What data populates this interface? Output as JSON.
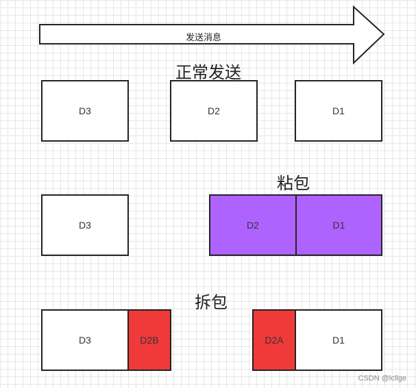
{
  "arrow": {
    "label": "发送消息"
  },
  "sections": {
    "normal": {
      "title": "正常发送",
      "boxes": [
        "D3",
        "D2",
        "D1"
      ]
    },
    "sticky": {
      "title": "粘包",
      "boxes": [
        "D3",
        "D2",
        "D1"
      ]
    },
    "split": {
      "title": "拆包",
      "boxes": [
        "D3",
        "D2B",
        "D2A",
        "D1"
      ]
    }
  },
  "colors": {
    "sticky_fill": "#ae63ff",
    "split_fill": "#f03a3a"
  },
  "watermark": "CSDN @lcllge"
}
